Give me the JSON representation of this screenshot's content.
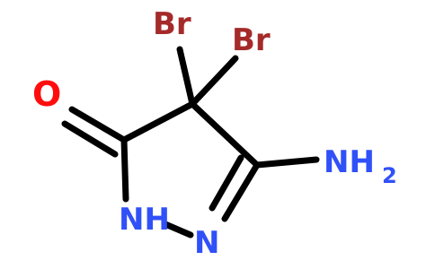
{
  "molecule": {
    "atoms": {
      "br1": "Br",
      "br2": "Br",
      "oxygen": "O",
      "amine": "NH",
      "amine_sub": "2",
      "ring_nh": "NH",
      "ring_n": "N"
    },
    "colors": {
      "bond": "#000000",
      "bromine": "#a52a2a",
      "oxygen": "#ff0d0d",
      "nitrogen": "#3050f8"
    }
  }
}
